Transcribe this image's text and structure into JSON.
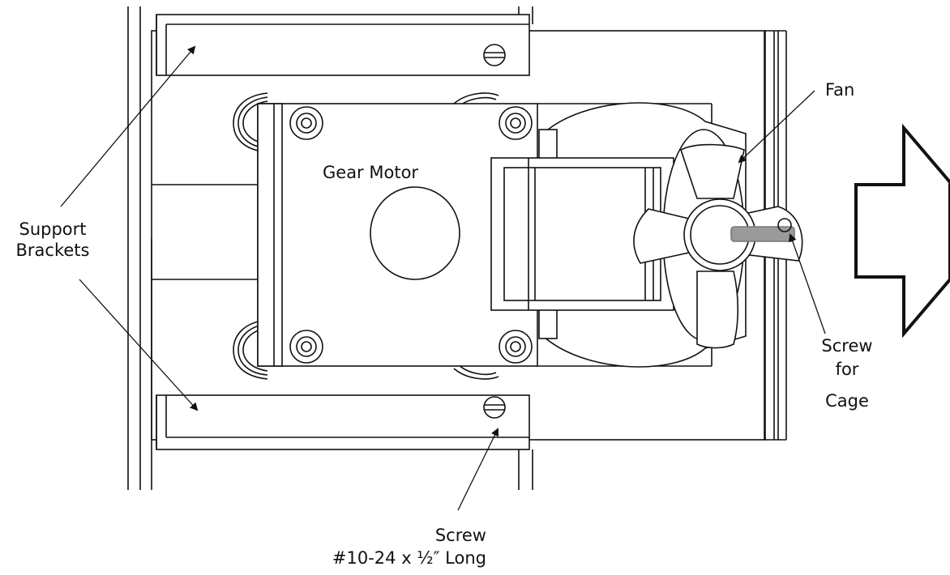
{
  "labels": {
    "fan": "Fan",
    "gear_motor": "Gear Motor",
    "support_brackets": [
      "Support",
      "Brackets"
    ],
    "screw_for_cage": [
      "Screw",
      "for",
      "Cage"
    ],
    "screw_bottom": [
      "Screw",
      "#10-24 x ½″ Long"
    ]
  },
  "colors": {
    "ink": "#111111",
    "background": "#ffffff",
    "shaft_gray": "#9a9a9a"
  }
}
